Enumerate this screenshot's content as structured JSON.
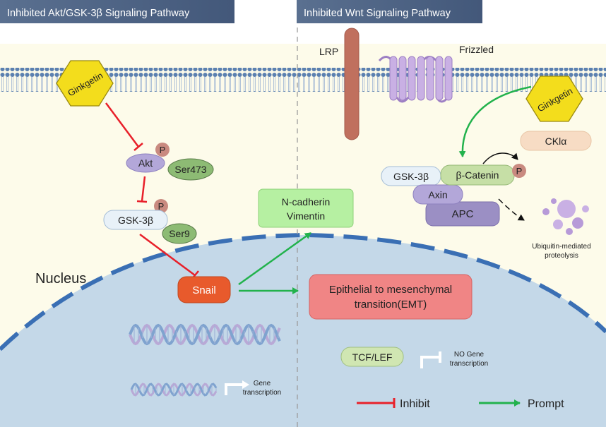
{
  "panels": {
    "left_title": "Inhibited Akt/GSK-3β Signaling Pathway",
    "right_title": "Inhibited Wnt Signaling Pathway"
  },
  "receptors": {
    "lrp": "LRP",
    "frizzled": "Frizzled"
  },
  "drug": {
    "left": "Ginkgetin",
    "right": "Ginkgetin"
  },
  "molecules": {
    "akt": "Akt",
    "ser473": "Ser473",
    "gsk_left": "GSK-3β",
    "ser9": "Ser9",
    "phospho": "P",
    "snail": "Snail",
    "ncad_line1": "N-cadherin",
    "ncad_line2": "Vimentin",
    "emt_line1": "Epithelial to mesenchymal",
    "emt_line2": "transition(EMT)",
    "cki": "CKlα",
    "gsk_right": "GSK-3β",
    "bcat": "β-Catenin",
    "axin": "Axin",
    "apc": "APC",
    "tcf": "TCF/LEF"
  },
  "labels": {
    "nucleus": "Nucleus",
    "ubi_line1": "Ubiquitin-mediated",
    "ubi_line2": "proteolysis",
    "gene_line1": "Gene",
    "gene_line2": "transcription",
    "nogene_line1": "NO Gene",
    "nogene_line2": "transcription"
  },
  "legend": {
    "inhibit": "Inhibit",
    "prompt": "Prompt"
  },
  "colors": {
    "header": "#4d6282",
    "inhibit": "#e8202a",
    "prompt": "#22b24c",
    "nucleus": "#c4d8e8",
    "snail": "#e85a2c",
    "emt": "#f08585",
    "ncad": "#b6f0a2"
  }
}
